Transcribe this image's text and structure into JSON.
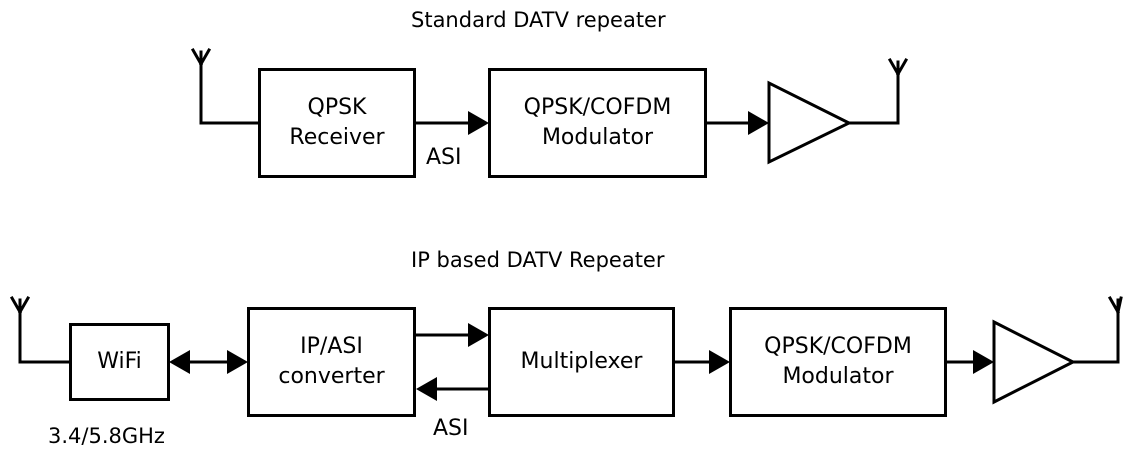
{
  "standard": {
    "title": "Standard DATV repeater",
    "receiver": {
      "line1": "QPSK",
      "line2": "Receiver"
    },
    "modulator": {
      "line1": "QPSK/COFDM",
      "line2": "Modulator"
    },
    "link_label": "ASI"
  },
  "ip_based": {
    "title": "IP based DATV Repeater",
    "wifi": {
      "label": "WiFi"
    },
    "wifi_freq": "3.4/5.8GHz",
    "converter": {
      "line1": "IP/ASI",
      "line2": "converter"
    },
    "multiplexer": {
      "label": "Multiplexer"
    },
    "modulator": {
      "line1": "QPSK/COFDM",
      "line2": "Modulator"
    },
    "link_label": "ASI"
  },
  "colors": {
    "stroke": "#000000",
    "background": "#ffffff"
  }
}
